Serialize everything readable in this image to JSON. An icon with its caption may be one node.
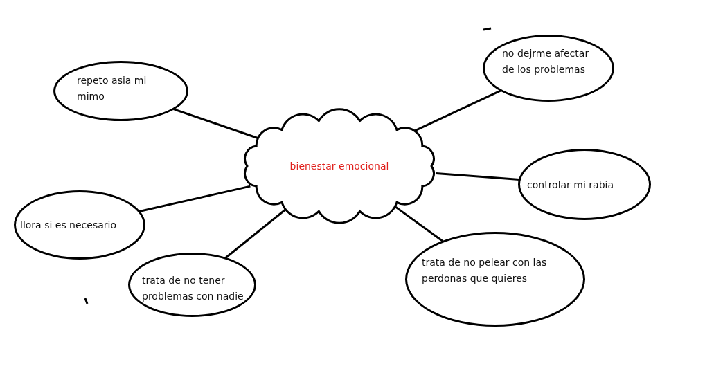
{
  "diagram": {
    "nodes": [
      {
        "text": [
          "bienestar emocional"
        ]
      },
      {
        "text": [
          "no dejrme afectar de los problemas"
        ]
      },
      {
        "text": [
          "repeto asia mi mimo"
        ]
      },
      {
        "text": [
          "controlar mi rabia"
        ]
      },
      {
        "text": [
          "llora si es necesario"
        ]
      },
      {
        "text": [
          "trata de no pelear con las perdonas que quieres"
        ]
      },
      {
        "text": [
          "trata de no tener problemas con nadie"
        ]
      }
    ],
    "edges": [
      {
        "from": 0,
        "to": 1,
        "arrow": "none"
      },
      {
        "from": 0,
        "to": 2,
        "arrow": "none"
      },
      {
        "from": 0,
        "to": 3,
        "arrow": "none"
      },
      {
        "from": 0,
        "to": 4,
        "arrow": "none"
      },
      {
        "from": 0,
        "to": 5,
        "arrow": "none"
      },
      {
        "from": 0,
        "to": 6,
        "arrow": "none"
      }
    ]
  }
}
